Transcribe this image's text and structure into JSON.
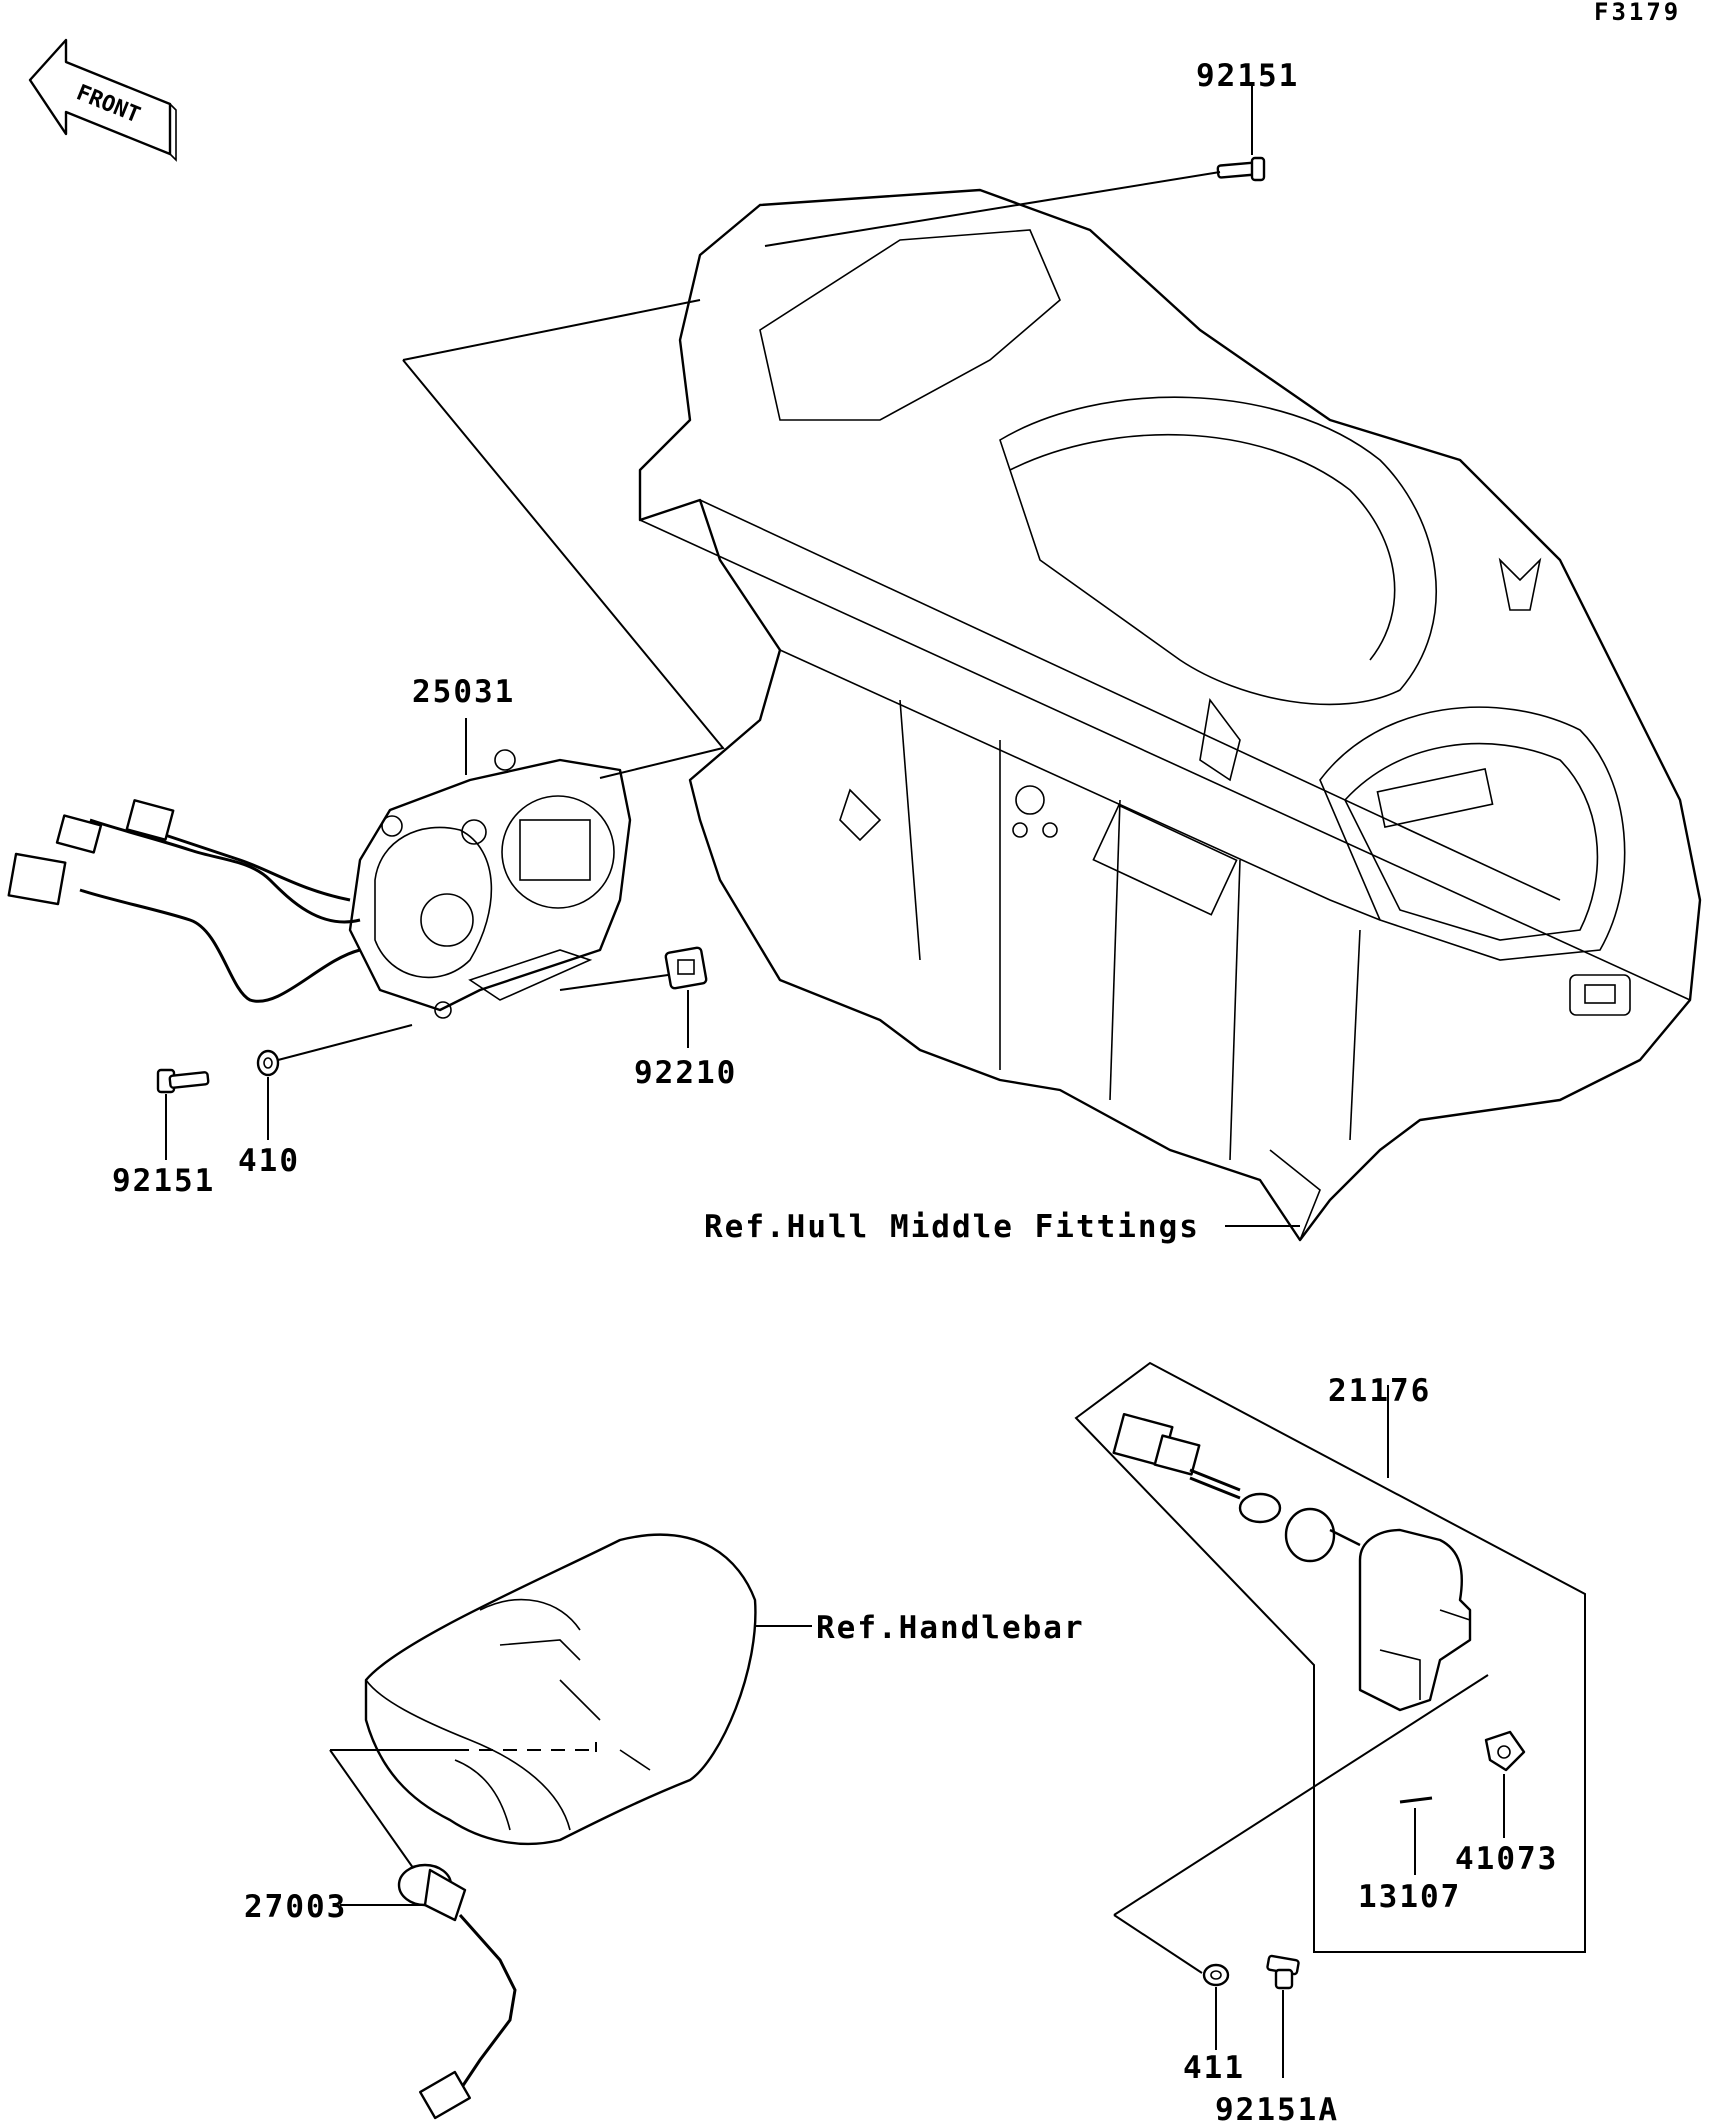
{
  "figure_code": "F3179",
  "front_arrow": {
    "label": "FRONT"
  },
  "parts": [
    {
      "key": "p92151_top",
      "number": "92151"
    },
    {
      "key": "p25031",
      "number": "25031"
    },
    {
      "key": "p92210",
      "number": "92210"
    },
    {
      "key": "p92151_left",
      "number": "92151"
    },
    {
      "key": "p410",
      "number": "410"
    },
    {
      "key": "p21176",
      "number": "21176"
    },
    {
      "key": "p27003",
      "number": "27003"
    },
    {
      "key": "p41073",
      "number": "41073"
    },
    {
      "key": "p13107",
      "number": "13107"
    },
    {
      "key": "p411",
      "number": "411"
    },
    {
      "key": "p92151A",
      "number": "92151A"
    }
  ],
  "references": {
    "hull": "Ref.Hull Middle Fittings",
    "handlebar": "Ref.Handlebar"
  }
}
